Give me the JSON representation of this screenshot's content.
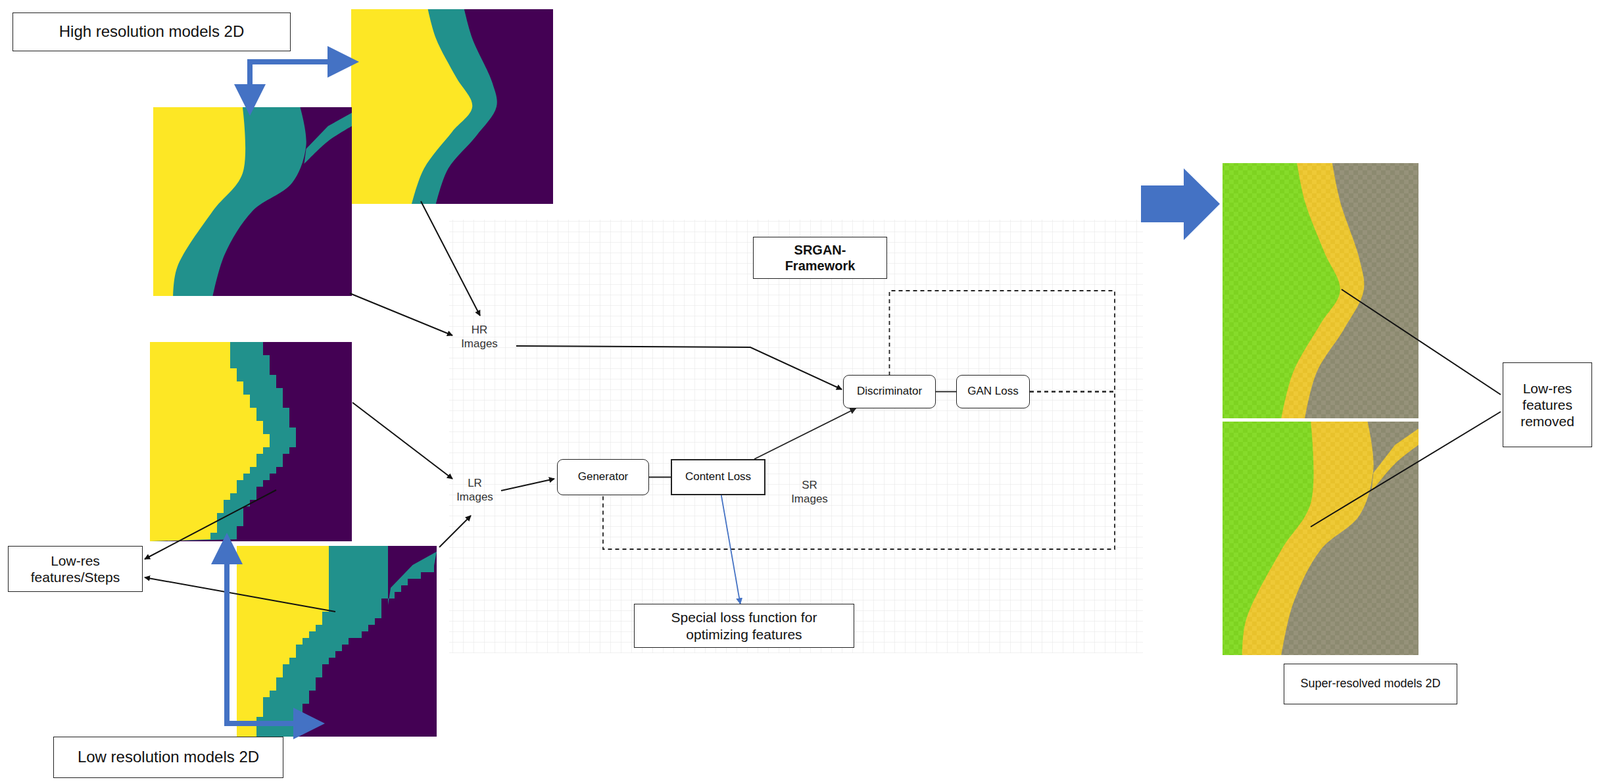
{
  "diagram": {
    "nodes": [
      {
        "text": [
          "High resolution models 2D"
        ]
      },
      {
        "text": [
          "SRGAN-Framework"
        ]
      },
      {
        "text": [
          "Discriminator"
        ]
      },
      {
        "text": [
          "GAN Loss"
        ]
      },
      {
        "text": [
          "Generator"
        ]
      },
      {
        "text": [
          "Content Loss"
        ]
      },
      {
        "text": [
          "Low-res features removed"
        ]
      },
      {
        "text": [
          "Low-res features/Steps"
        ]
      },
      {
        "text": [
          "Special loss function for optimizing features"
        ]
      },
      {
        "text": [
          "Super-resolved models 2D"
        ]
      },
      {
        "text": [
          "Low resolution models 2D"
        ]
      }
    ],
    "edges": [
      {
        "from": 4,
        "to": 5,
        "arrow": "none"
      },
      {
        "from": 5,
        "to": 2,
        "arrow": "to"
      },
      {
        "from": 2,
        "to": 3,
        "arrow": "none"
      },
      {
        "from": 3,
        "to": 2,
        "arrow": "none"
      },
      {
        "from": 3,
        "to": 4,
        "arrow": "none"
      },
      {
        "from": 5,
        "to": 8,
        "arrow": "to"
      }
    ],
    "labels": [
      "HR Images",
      "LR Images",
      "SR Images"
    ]
  }
}
